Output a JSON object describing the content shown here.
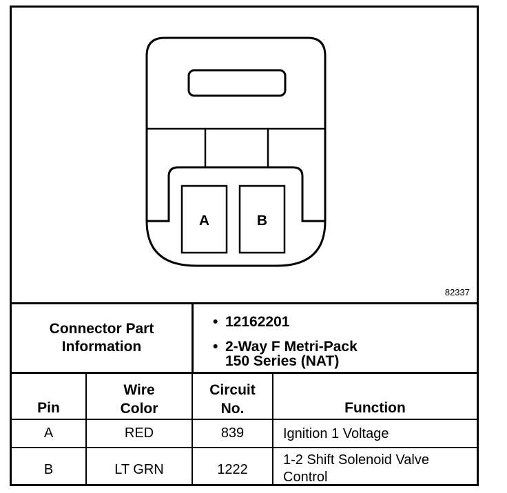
{
  "diagram": {
    "pin_a_label": "A",
    "pin_b_label": "B",
    "figure_id": "82337"
  },
  "connector": {
    "label_line1": "Connector Part",
    "label_line2": "Information",
    "part_number": "12162201",
    "description_line1": "2-Way F Metri-Pack",
    "description_line2": "150 Series (NAT)"
  },
  "table": {
    "headers": {
      "pin": "Pin",
      "wire_color_line1": "Wire",
      "wire_color_line2": "Color",
      "circuit_line1": "Circuit",
      "circuit_line2": "No.",
      "function": "Function"
    },
    "rows": [
      {
        "pin": "A",
        "wire_color": "RED",
        "circuit": "839",
        "function_line1": "Ignition 1 Voltage",
        "function_line2": ""
      },
      {
        "pin": "B",
        "wire_color": "LT GRN",
        "circuit": "1222",
        "function_line1": "1-2 Shift Solenoid Valve",
        "function_line2": "Control"
      }
    ]
  },
  "colors": {
    "ink": "#000000",
    "background": "#ffffff"
  }
}
